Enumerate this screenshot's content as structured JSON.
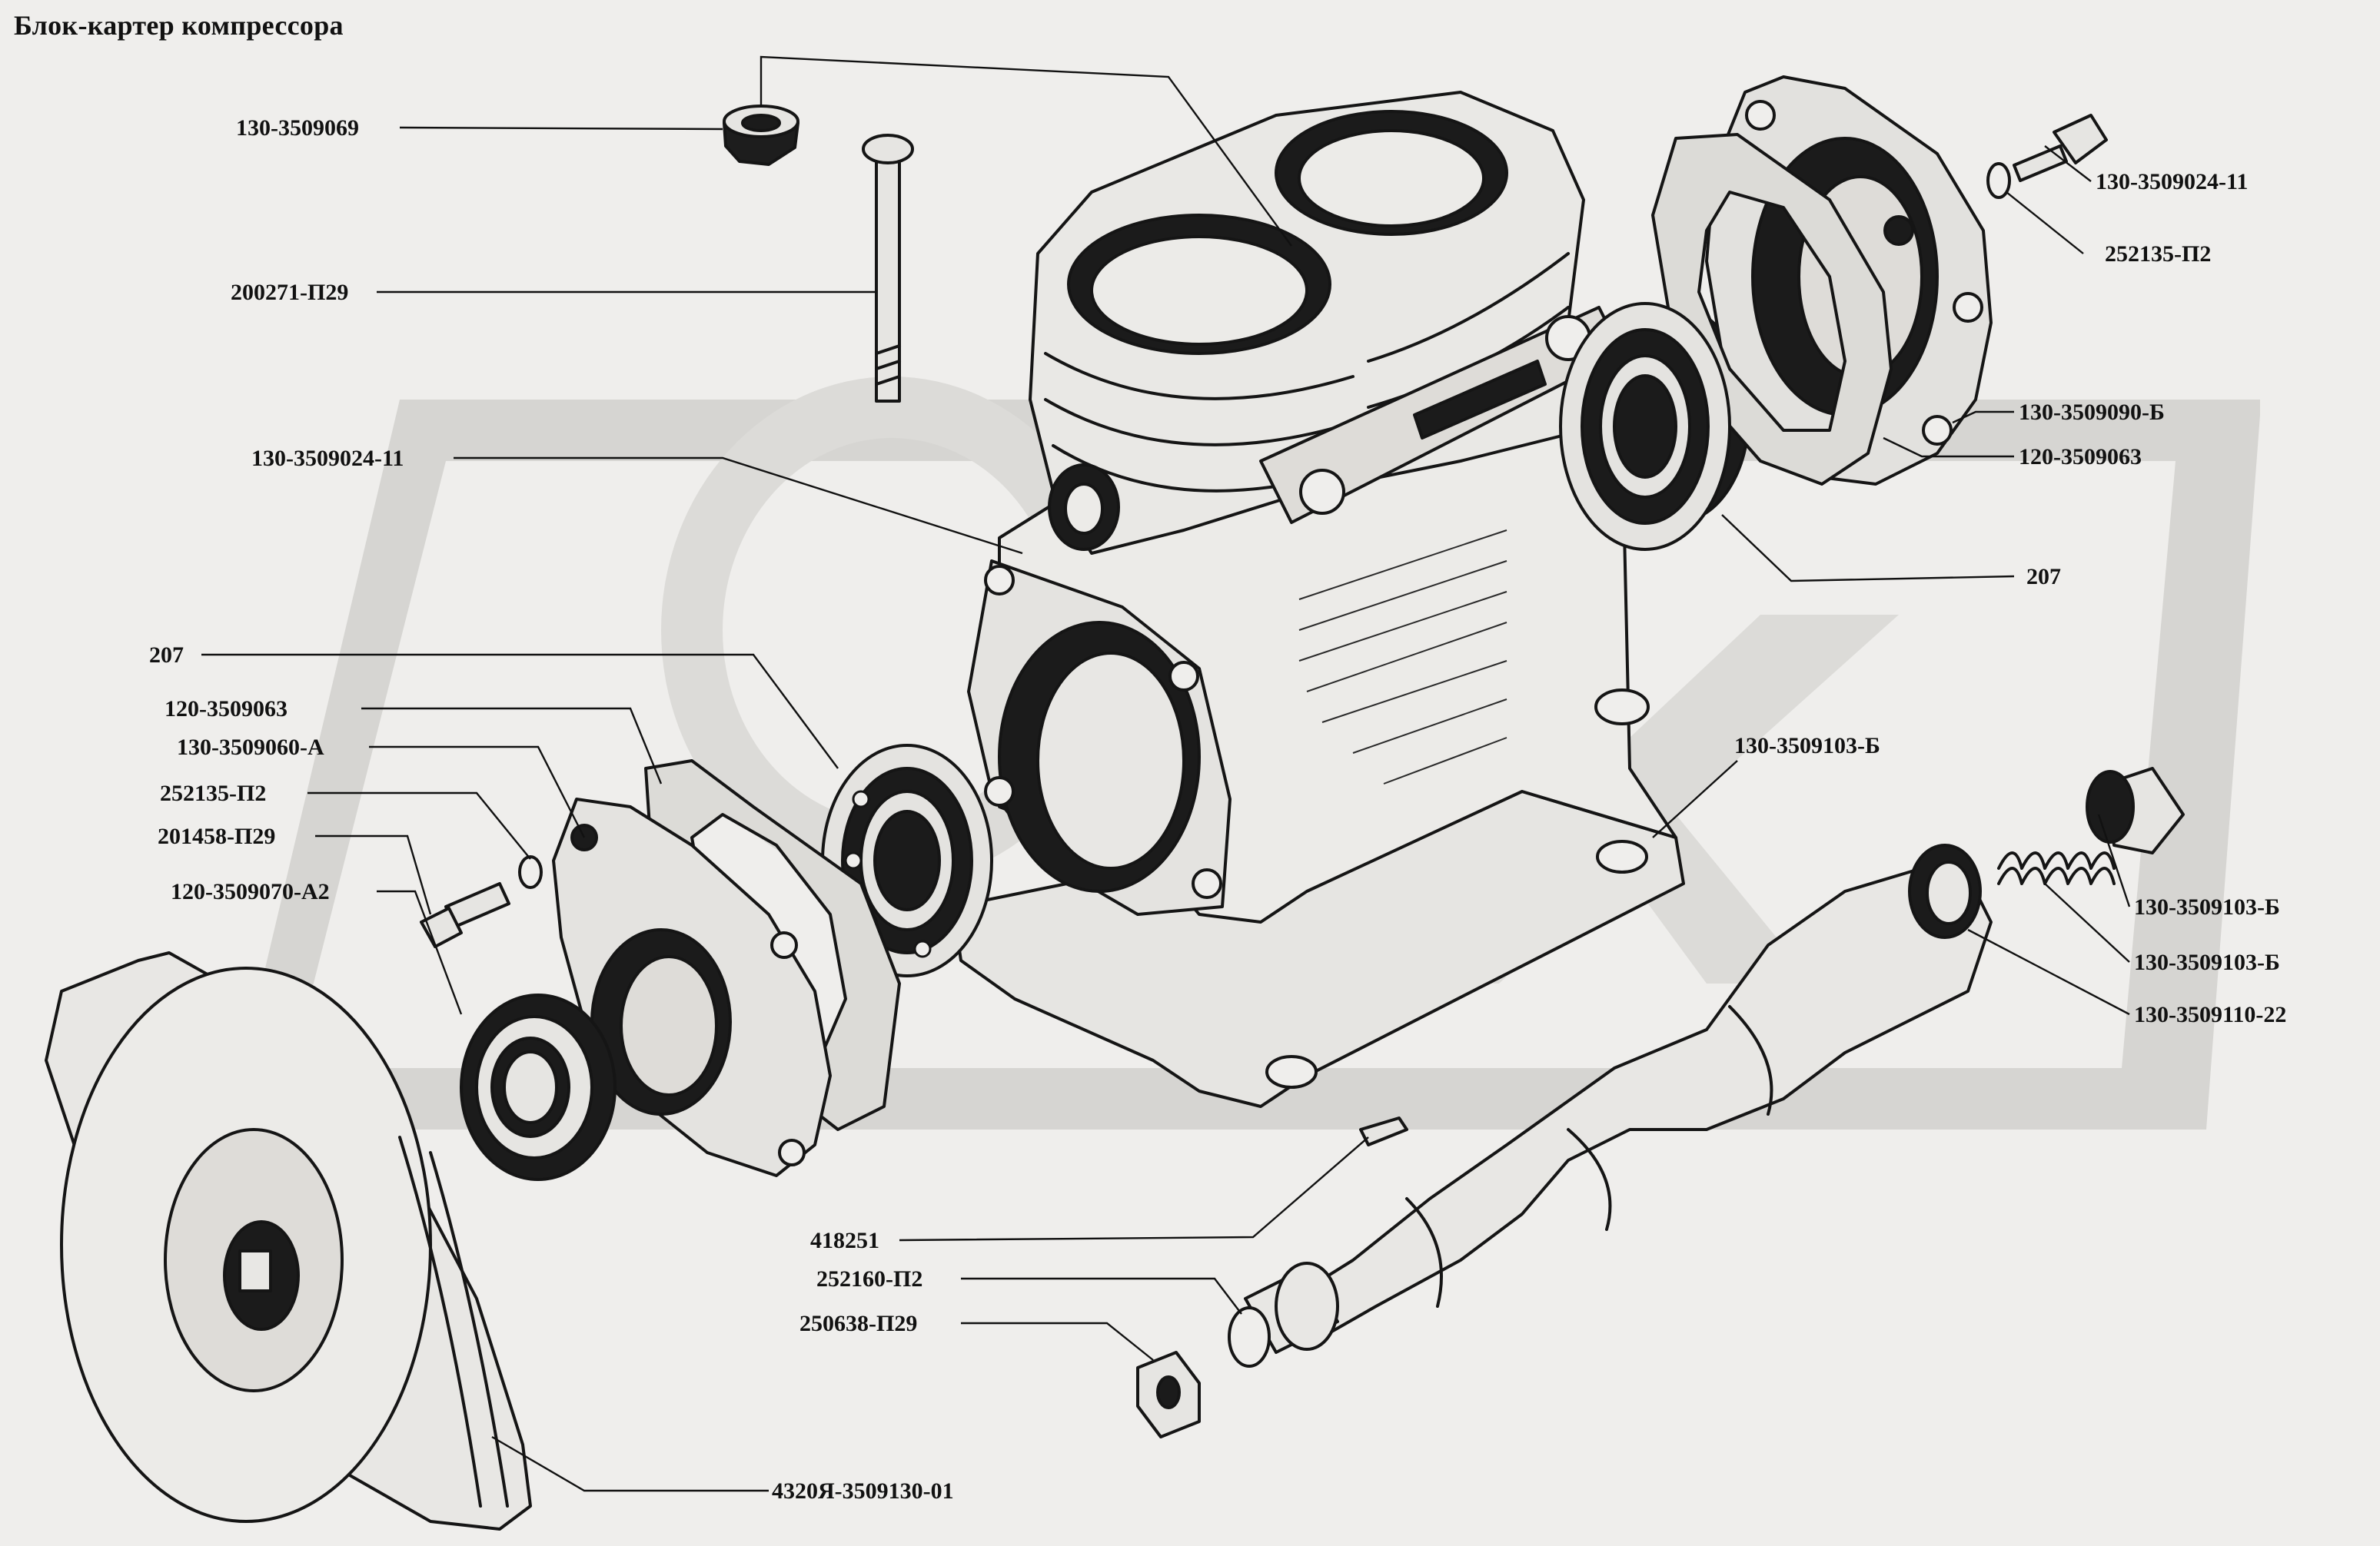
{
  "title": "Блок-картер компрессора",
  "watermark": {
    "text": "ОЕХ",
    "color": "#d4d3d0"
  },
  "colors": {
    "ink": "#151515",
    "paper": "#efeeec"
  },
  "labels": [
    {
      "id": "l01",
      "text": "130-3509069"
    },
    {
      "id": "l02",
      "text": "200271-П29"
    },
    {
      "id": "l03",
      "text": "130-3509024-11"
    },
    {
      "id": "l04",
      "text": "207"
    },
    {
      "id": "l05",
      "text": "120-3509063"
    },
    {
      "id": "l06",
      "text": "130-3509060-А"
    },
    {
      "id": "l07",
      "text": "252135-П2"
    },
    {
      "id": "l08",
      "text": "201458-П29"
    },
    {
      "id": "l09",
      "text": "120-3509070-А2"
    },
    {
      "id": "l10",
      "text": "130-3509024-11"
    },
    {
      "id": "l11",
      "text": "252135-П2"
    },
    {
      "id": "l12",
      "text": "130-3509090-Б"
    },
    {
      "id": "l13",
      "text": "120-3509063"
    },
    {
      "id": "l14",
      "text": "207"
    },
    {
      "id": "l15",
      "text": "130-3509103-Б"
    },
    {
      "id": "l16",
      "text": "130-3509103-Б"
    },
    {
      "id": "l17",
      "text": "130-3509103-Б"
    },
    {
      "id": "l18",
      "text": "130-3509110-22"
    },
    {
      "id": "l19",
      "text": "418251"
    },
    {
      "id": "l20",
      "text": "252160-П2"
    },
    {
      "id": "l21",
      "text": "250638-П29"
    },
    {
      "id": "l22",
      "text": "4320Я-3509130-01"
    }
  ]
}
